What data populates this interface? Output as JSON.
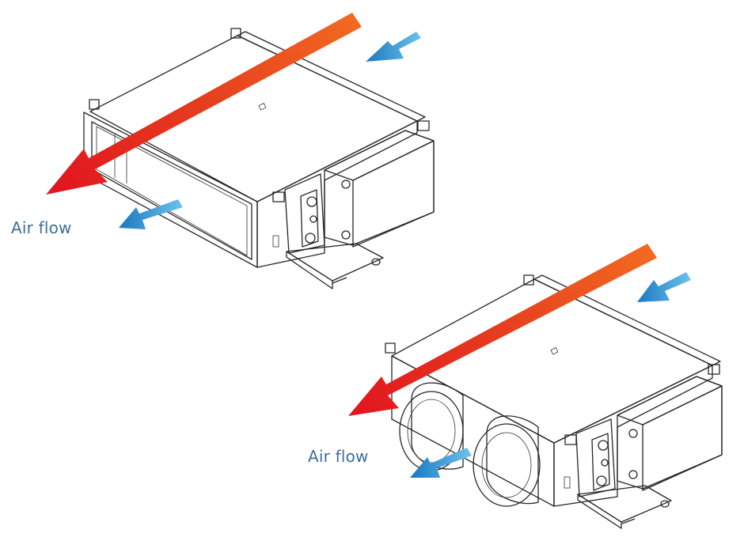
{
  "diagram": {
    "labels": {
      "airflow_top": "Air flow",
      "airflow_bottom": "Air flow"
    },
    "colors": {
      "arrow_hot_start": "#f26a21",
      "arrow_hot_end": "#e2161f",
      "arrow_cool_start": "#1d7fc7",
      "arrow_cool_end": "#69c0ea",
      "label": "#3f6e9c",
      "housing_top": "#e9e9e9",
      "housing_side": "#d3d3d3",
      "housing_dark": "#bdbdbd"
    },
    "units": [
      {
        "name": "ducted-fan-coil-rectangular-outlet",
        "outlet": "rectangular"
      },
      {
        "name": "ducted-fan-coil-circular-outlets",
        "outlet": "two circular spigots"
      }
    ]
  }
}
